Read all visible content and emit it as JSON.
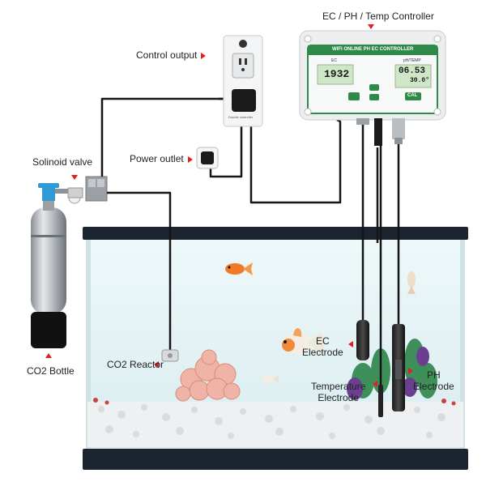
{
  "labels": {
    "controller_title": "EC / PH / Temp Controller",
    "control_output": "Control output",
    "power_outlet": "Power outlet",
    "solenoid_valve": "Solinoid valve",
    "co2_bottle": "CO2 Bottle",
    "co2_reactor": "CO2 Reactor",
    "ec_electrode_line1": "EC",
    "ec_electrode_line2": "Electrode",
    "temp_electrode_line1": "Temperature",
    "temp_electrode_line2": "Electrode",
    "ph_electrode_line1": "PH",
    "ph_electrode_line2": "Electrode"
  },
  "controller": {
    "header": "WIFI ONLINE PH EC CONTROLLER",
    "ec_label": "EC",
    "ec_value": "1932",
    "ph_temp_label": "pH/TEMP",
    "ph_value": "06.53",
    "temp_value": "30.0°",
    "cal_button": "CAL"
  },
  "control_box": {
    "caption": "Double controller"
  },
  "colors": {
    "accent_arrow": "#e02020",
    "controller_green": "#2f8a4a",
    "lcd_green": "#cfe7c7",
    "tank_frame": "#1c2430",
    "water": "#e6f4f7"
  }
}
